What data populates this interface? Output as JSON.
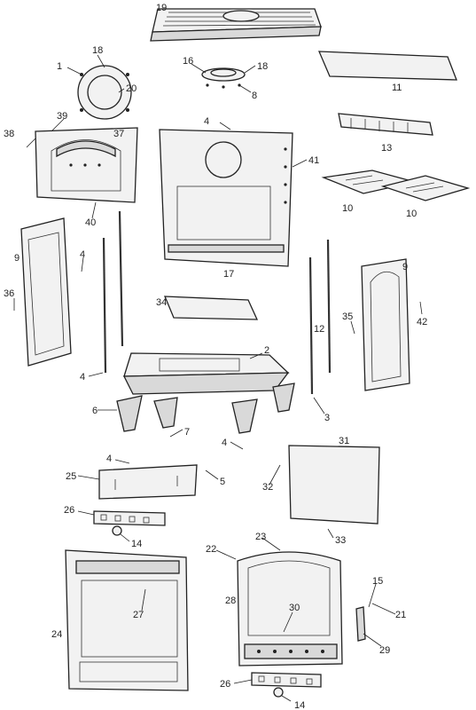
{
  "callouts": [
    {
      "id": "c19",
      "text": "19"
    },
    {
      "id": "c18a",
      "text": "18"
    },
    {
      "id": "c1",
      "text": "1"
    },
    {
      "id": "c20",
      "text": "20"
    },
    {
      "id": "c16",
      "text": "16"
    },
    {
      "id": "c18b",
      "text": "18"
    },
    {
      "id": "c8",
      "text": "8"
    },
    {
      "id": "c11",
      "text": "11"
    },
    {
      "id": "c39",
      "text": "39"
    },
    {
      "id": "c38",
      "text": "38"
    },
    {
      "id": "c37",
      "text": "37"
    },
    {
      "id": "c4a",
      "text": "4"
    },
    {
      "id": "c41",
      "text": "41"
    },
    {
      "id": "c13",
      "text": "13"
    },
    {
      "id": "c40",
      "text": "40"
    },
    {
      "id": "c10a",
      "text": "10"
    },
    {
      "id": "c10b",
      "text": "10"
    },
    {
      "id": "c9a",
      "text": "9"
    },
    {
      "id": "c4b",
      "text": "4"
    },
    {
      "id": "c36",
      "text": "36"
    },
    {
      "id": "c17",
      "text": "17"
    },
    {
      "id": "c9b",
      "text": "9"
    },
    {
      "id": "c34",
      "text": "34"
    },
    {
      "id": "c35",
      "text": "35"
    },
    {
      "id": "c12",
      "text": "12"
    },
    {
      "id": "c42",
      "text": "42"
    },
    {
      "id": "c2",
      "text": "2"
    },
    {
      "id": "c4c",
      "text": "4"
    },
    {
      "id": "c6",
      "text": "6"
    },
    {
      "id": "c3",
      "text": "3"
    },
    {
      "id": "c7",
      "text": "7"
    },
    {
      "id": "c4d",
      "text": "4"
    },
    {
      "id": "c31",
      "text": "31"
    },
    {
      "id": "c4e",
      "text": "4"
    },
    {
      "id": "c25",
      "text": "25"
    },
    {
      "id": "c5",
      "text": "5"
    },
    {
      "id": "c32",
      "text": "32"
    },
    {
      "id": "c26a",
      "text": "26"
    },
    {
      "id": "c14a",
      "text": "14"
    },
    {
      "id": "c33",
      "text": "33"
    },
    {
      "id": "c22",
      "text": "22"
    },
    {
      "id": "c23",
      "text": "23"
    },
    {
      "id": "c15",
      "text": "15"
    },
    {
      "id": "c27",
      "text": "27"
    },
    {
      "id": "c28",
      "text": "28"
    },
    {
      "id": "c30",
      "text": "30"
    },
    {
      "id": "c21",
      "text": "21"
    },
    {
      "id": "c24",
      "text": "24"
    },
    {
      "id": "c29",
      "text": "29"
    },
    {
      "id": "c26b",
      "text": "26"
    },
    {
      "id": "c14b",
      "text": "14"
    }
  ]
}
